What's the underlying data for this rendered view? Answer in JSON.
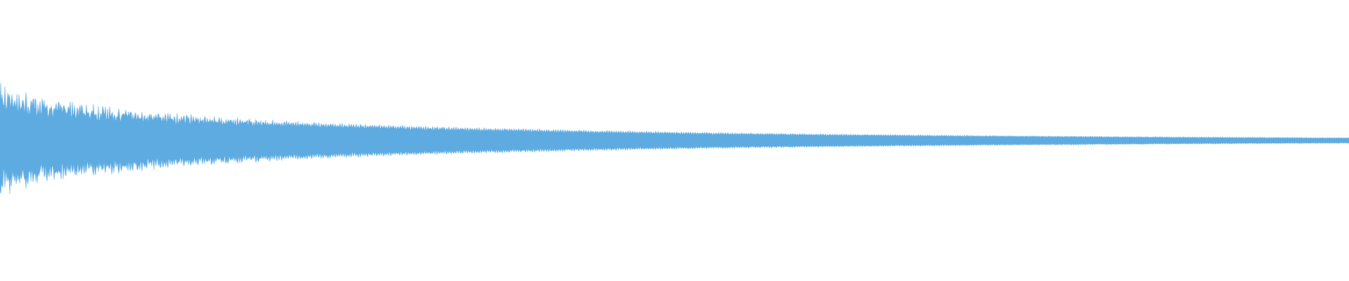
{
  "waveform": {
    "color": "#5dabe0",
    "background": "#ffffff",
    "style": "mirrored-peaks",
    "envelope": {
      "initial_amplitude": 1.0,
      "final_amplitude": 0.06,
      "decay": "exponential"
    }
  }
}
